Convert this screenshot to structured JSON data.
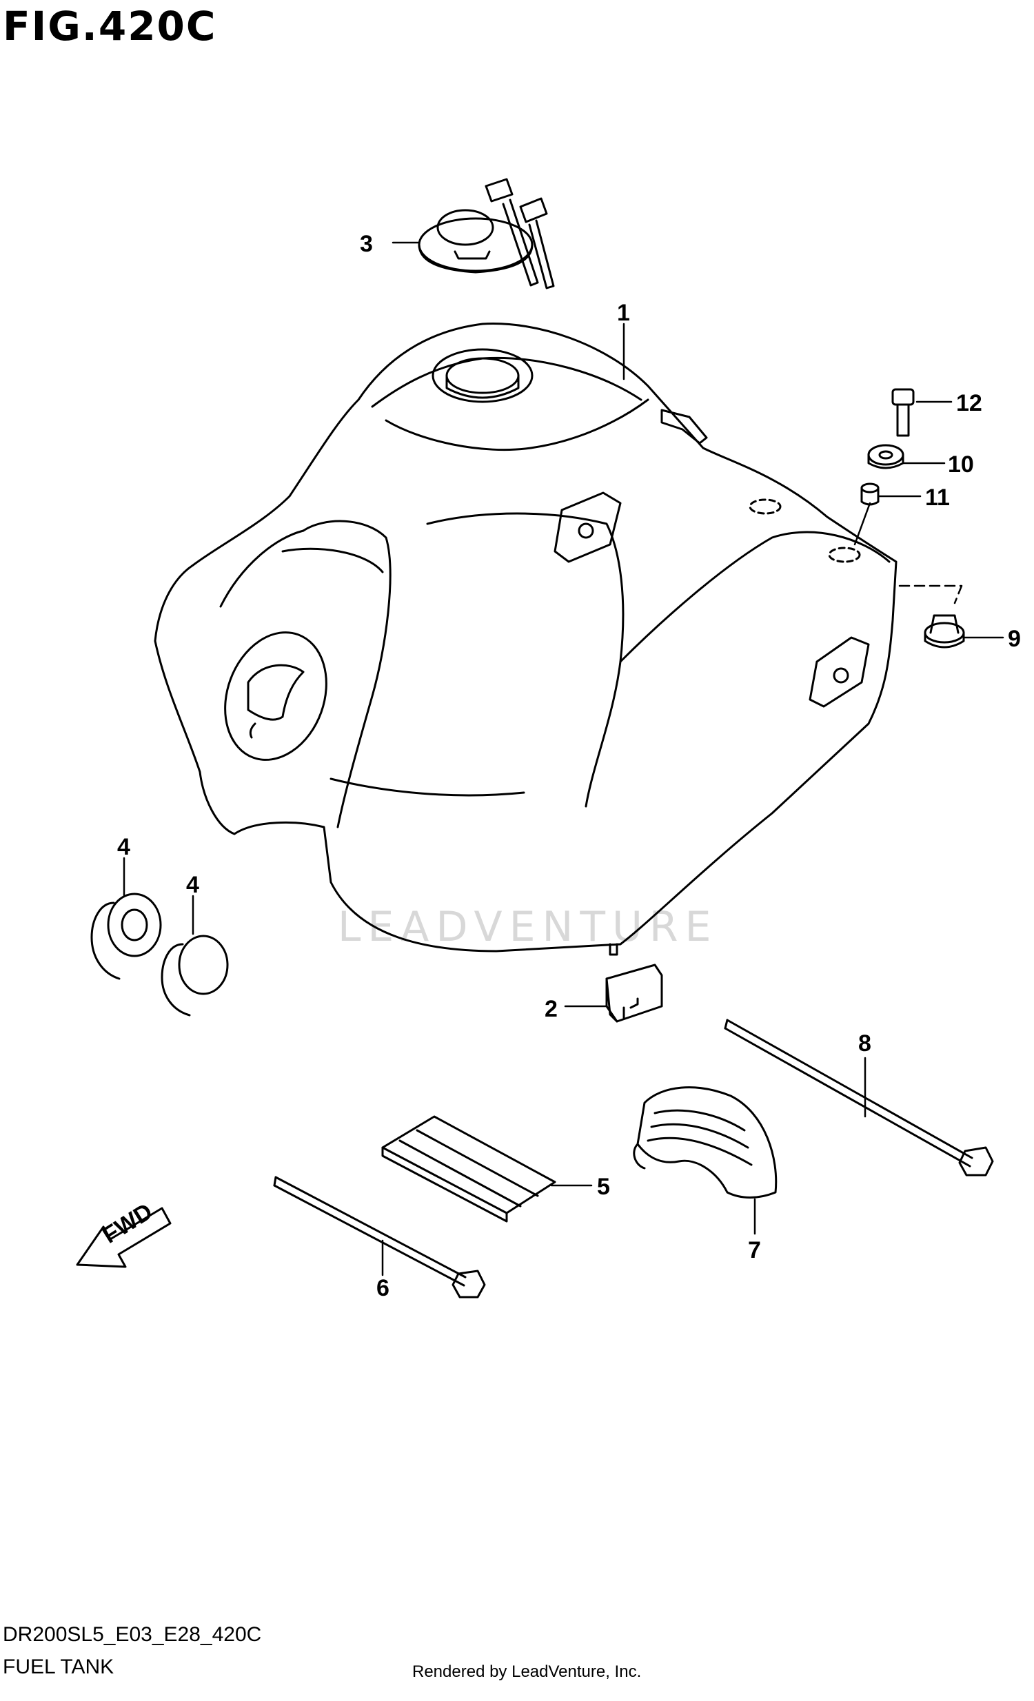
{
  "figure": {
    "title": "FIG.420C",
    "ref_code": "DR200SL5_E03_E28_420C",
    "part_name": "FUEL TANK",
    "rendered_by": "Rendered by LeadVenture, Inc.",
    "watermark": "LEADVENTURE",
    "fwd_label": "FWD"
  },
  "callouts": [
    {
      "id": "1",
      "label": "1"
    },
    {
      "id": "2",
      "label": "2"
    },
    {
      "id": "3",
      "label": "3"
    },
    {
      "id": "4a",
      "label": "4"
    },
    {
      "id": "4b",
      "label": "4"
    },
    {
      "id": "5",
      "label": "5"
    },
    {
      "id": "6",
      "label": "6"
    },
    {
      "id": "7",
      "label": "7"
    },
    {
      "id": "8",
      "label": "8"
    },
    {
      "id": "9",
      "label": "9"
    },
    {
      "id": "10",
      "label": "10"
    },
    {
      "id": "11",
      "label": "11"
    },
    {
      "id": "12",
      "label": "12"
    }
  ]
}
